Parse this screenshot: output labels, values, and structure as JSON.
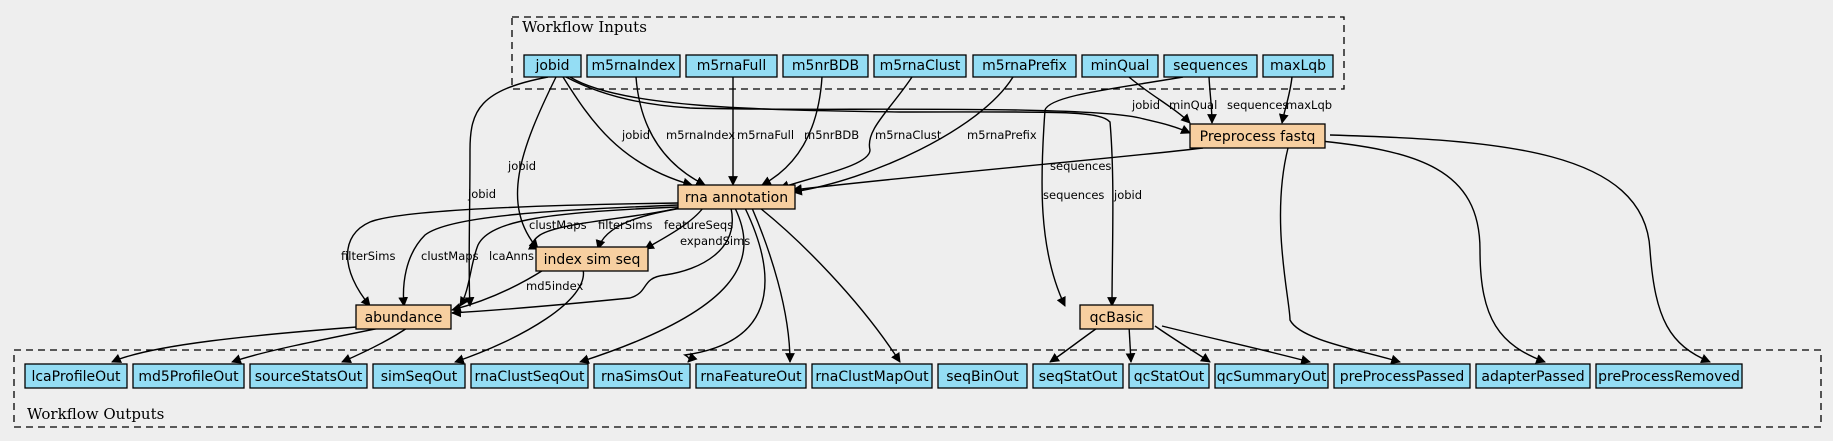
{
  "colors": {
    "background": "#eeeeee",
    "io_fill": "#94ddf4",
    "step_fill": "#f7cfa0",
    "stroke": "#000000"
  },
  "clusters": {
    "inputs_label": "Workflow Inputs",
    "outputs_label": "Workflow Outputs"
  },
  "inputs": [
    "jobid",
    "m5rnaIndex",
    "m5rnaFull",
    "m5nrBDB",
    "m5rnaClust",
    "m5rnaPrefix",
    "minQual",
    "sequences",
    "maxLqb"
  ],
  "steps": [
    "Preprocess fastq",
    "rna annotation",
    "index sim seq",
    "abundance",
    "qcBasic"
  ],
  "outputs": [
    "lcaProfileOut",
    "md5ProfileOut",
    "sourceStatsOut",
    "simSeqOut",
    "rnaClustSeqOut",
    "rnaSimsOut",
    "rnaFeatureOut",
    "rnaClustMapOut",
    "seqBinOut",
    "seqStatOut",
    "qcStatOut",
    "qcSummaryOut",
    "preProcessPassed",
    "adapterPassed",
    "preProcessRemoved"
  ],
  "edge_labels": {
    "jobid_preprocess": "jobid",
    "minQual_preprocess": "minQual",
    "sequences_preprocess": "sequences",
    "maxLqb_preprocess": "maxLqb",
    "jobid_rna": "jobid",
    "m5rnaIndex_rna": "m5rnaIndex",
    "m5rnaFull_rna": "m5rnaFull",
    "m5nrBDB_rna": "m5nrBDB",
    "m5rnaClust_rna": "m5rnaClust",
    "m5rnaPrefix_rna": "m5rnaPrefix",
    "preprocess_rna": "sequences",
    "jobid_index": "jobid",
    "jobid_abundance": "jobid",
    "sequences_qc": "sequences",
    "jobid_qc": "jobid",
    "rna_index_clustMaps": "clustMaps",
    "rna_index_filterSims": "filterSims",
    "rna_index_featureSeqs": "featureSeqs",
    "rna_abund_filterSims": "filterSims",
    "rna_abund_clustMaps": "clustMaps",
    "rna_abund_lcaAnns": "lcaAnns",
    "rna_abund_expandSims": "expandSims",
    "index_abund_md5index": "md5index"
  }
}
